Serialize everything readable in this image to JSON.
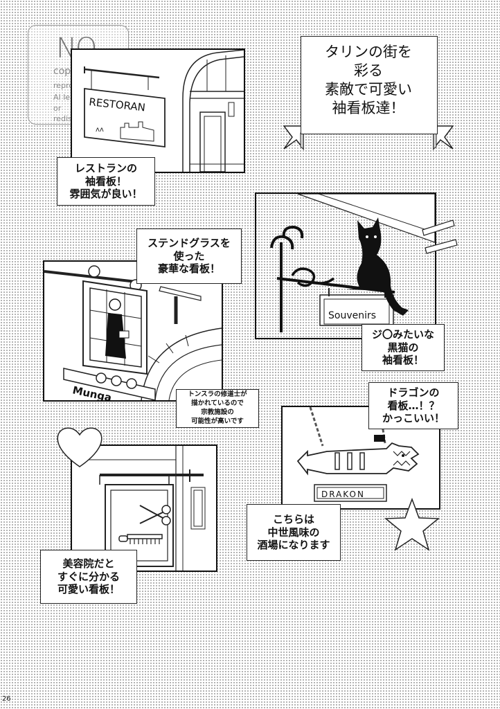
{
  "watermark": {
    "title": "NO",
    "lines": [
      "copying,",
      "reproduction,",
      "AI learning,",
      "or",
      "redistribution."
    ]
  },
  "title_banner": {
    "lines": [
      "タリンの街を",
      "彩る",
      "素敵で可愛い",
      "袖看板達！"
    ]
  },
  "panels": {
    "restaurant": {
      "sign_text": "RESTORAN",
      "caption": [
        "レストランの",
        "袖看板！",
        "雰囲気が良い！"
      ]
    },
    "cat": {
      "sign_text": "Souvenirs",
      "caption": [
        "ジ〇みたいな",
        "黒猫の",
        "袖看板！"
      ]
    },
    "stained_glass": {
      "sign_text": "Munga",
      "caption": [
        "ステンドグラスを",
        "使った",
        "豪華な看板！"
      ],
      "note": [
        "トンスラの修道士が",
        "描かれているので",
        "宗教施設の",
        "可能性が高いです"
      ]
    },
    "dragon": {
      "sign_text": "DRAKON",
      "caption": [
        "ドラゴンの",
        "看板…！？",
        "かっこいい！"
      ],
      "note": [
        "こちらは",
        "中世風味の",
        "酒場になります"
      ]
    },
    "salon": {
      "caption": [
        "美容院だと",
        "すぐに分かる",
        "可愛い看板！"
      ]
    }
  },
  "page_number": "26"
}
